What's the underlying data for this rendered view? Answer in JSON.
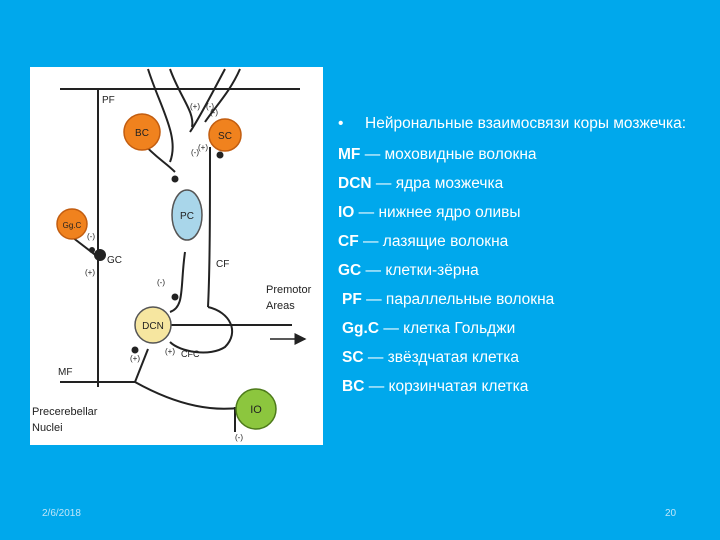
{
  "diagram": {
    "labels": {
      "pf": "PF",
      "bc": "BC",
      "sc": "SC",
      "pc": "PC",
      "ggc": "Gg.C",
      "gc": "GC",
      "cf": "CF",
      "premotor_line1": "Premotor",
      "premotor_line2": "Areas",
      "dcn": "DCN",
      "cfc": "CFC",
      "mf": "MF",
      "precerebellar_line1": "Precerebellar",
      "precerebellar_line2": "Nuclei",
      "io": "IO"
    },
    "signs": {
      "plus": "(+)",
      "minus": "(-)"
    },
    "colors": {
      "orange_cell": "#F0821E",
      "purkinje_cell": "#A9D6EA",
      "dcn_cell": "#F6E6A0",
      "io_cell": "#8CC63E",
      "line": "#222222"
    }
  },
  "text": {
    "bullet": "•",
    "heading": "Нейрональные взаимосвязи коры мозжечка:",
    "legend": [
      {
        "abbr": "MF",
        "desc": " — моховидные волокна",
        "indent": false
      },
      {
        "abbr": "DCN",
        "desc": " — ядра мозжечка",
        "indent": false
      },
      {
        "abbr": "IO",
        "desc": " — нижнее ядро оливы",
        "indent": false
      },
      {
        "abbr": "CF",
        "desc": " — лазящие волокна",
        "indent": false
      },
      {
        "abbr": "GC",
        "desc": " — клетки-зёрна",
        "indent": false
      },
      {
        "abbr": "PF",
        "desc": " — параллельные волокна",
        "indent": true
      },
      {
        "abbr": "Gg.C",
        "desc": " — клетка Гольджи",
        "indent": true
      },
      {
        "abbr": "SC",
        "desc": " — звёздчатая клетка",
        "indent": true
      },
      {
        "abbr": "BC",
        "desc": " — корзинчатая клетка",
        "indent": true
      }
    ]
  },
  "footer": {
    "date": "2/6/2018",
    "page": "20"
  }
}
